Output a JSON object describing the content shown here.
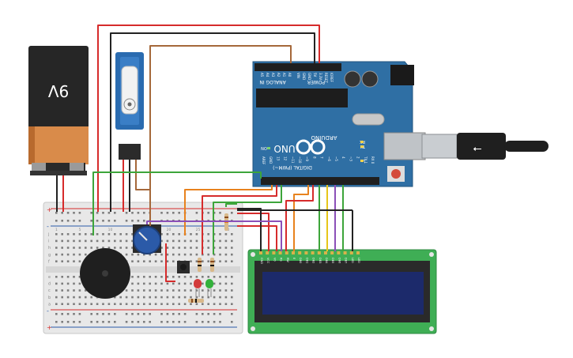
{
  "battery": {
    "label": "9V"
  },
  "arduino": {
    "analog_label": "ANALOG IN",
    "power_label": "POWER",
    "digital_label": "DIGITAL (PWM~)",
    "brand": "ARDUINO",
    "model": "UNO",
    "on_label": "ON",
    "tx_label": "TX",
    "rx_label": "RX",
    "l_label": "L",
    "analog_pins": [
      "A5",
      "A4",
      "A3",
      "A2",
      "A1",
      "A0"
    ],
    "power_pins": [
      "VIN",
      "GND",
      "GND",
      "5V",
      "3.3V",
      "RESET",
      "IOREF"
    ],
    "digital_pins": [
      "AREF",
      "GND",
      "13",
      "12",
      "~11",
      "~10",
      "~9",
      "8",
      "7",
      "~6",
      "~5",
      "4",
      "~3",
      "2",
      "TX 1",
      "RX 0"
    ]
  },
  "breadboard": {
    "row_letters_top": [
      "j",
      "i",
      "h",
      "g",
      "f"
    ],
    "row_letters_bottom": [
      "e",
      "d",
      "c",
      "b",
      "a"
    ],
    "column_numbers": [
      "1",
      "5",
      "10",
      "15",
      "20",
      "25",
      "30"
    ],
    "rail_plus": "+",
    "rail_minus": "-"
  },
  "lcd": {
    "pin_labels": [
      "GND",
      "VCC",
      "V0",
      "RS",
      "RW",
      "E",
      "DB0",
      "DB1",
      "DB2",
      "DB3",
      "DB4",
      "DB5",
      "DB6",
      "DB7",
      "LED",
      "LED"
    ]
  },
  "colors": {
    "board_blue": "#2f6fa4",
    "wire_red": "#d62b2b",
    "wire_black": "#222222",
    "wire_brown": "#a5683a",
    "wire_green": "#3da53a",
    "wire_orange": "#e8821e",
    "wire_yellow": "#e6c619",
    "wire_purple": "#8b4fb8",
    "lcd_green": "#3fae55",
    "lcd_screen": "#1c2a6b"
  }
}
